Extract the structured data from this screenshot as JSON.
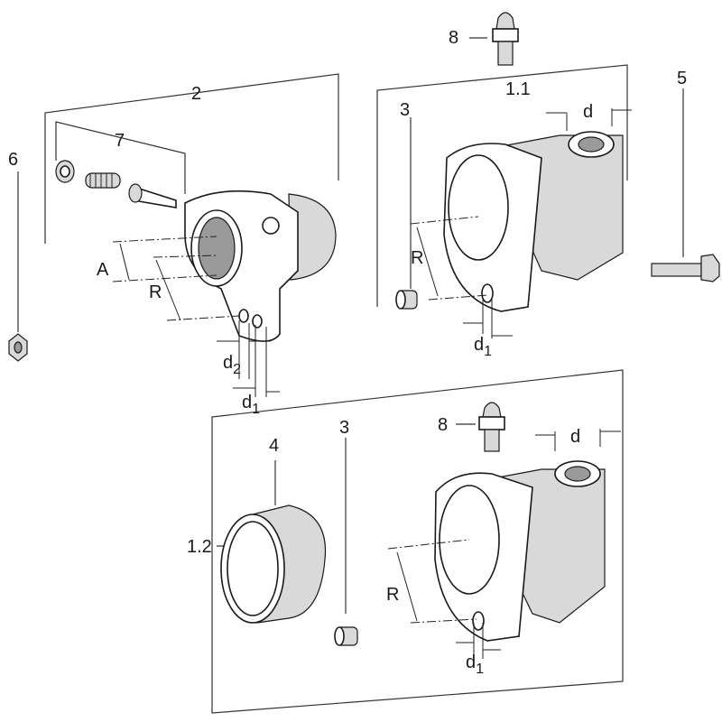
{
  "labels": {
    "part_2": "2",
    "part_7": "7",
    "part_6": "6",
    "part_8_top": "8",
    "part_1_1": "1.1",
    "part_3_top": "3",
    "part_5": "5",
    "part_4": "4",
    "part_3_bottom": "3",
    "part_1_2": "1.2",
    "part_8_bottom": "8"
  },
  "dimensions": {
    "A": "A",
    "R_left": "R",
    "d2": {
      "text": "d",
      "sub": "2"
    },
    "d1_left": {
      "text": "d",
      "sub": "1"
    },
    "d_top": "d",
    "R_top": "R",
    "d1_top": {
      "text": "d",
      "sub": "1"
    },
    "d_bottom": "d",
    "R_bottom": "R",
    "d1_bottom": {
      "text": "d",
      "sub": "1"
    }
  }
}
